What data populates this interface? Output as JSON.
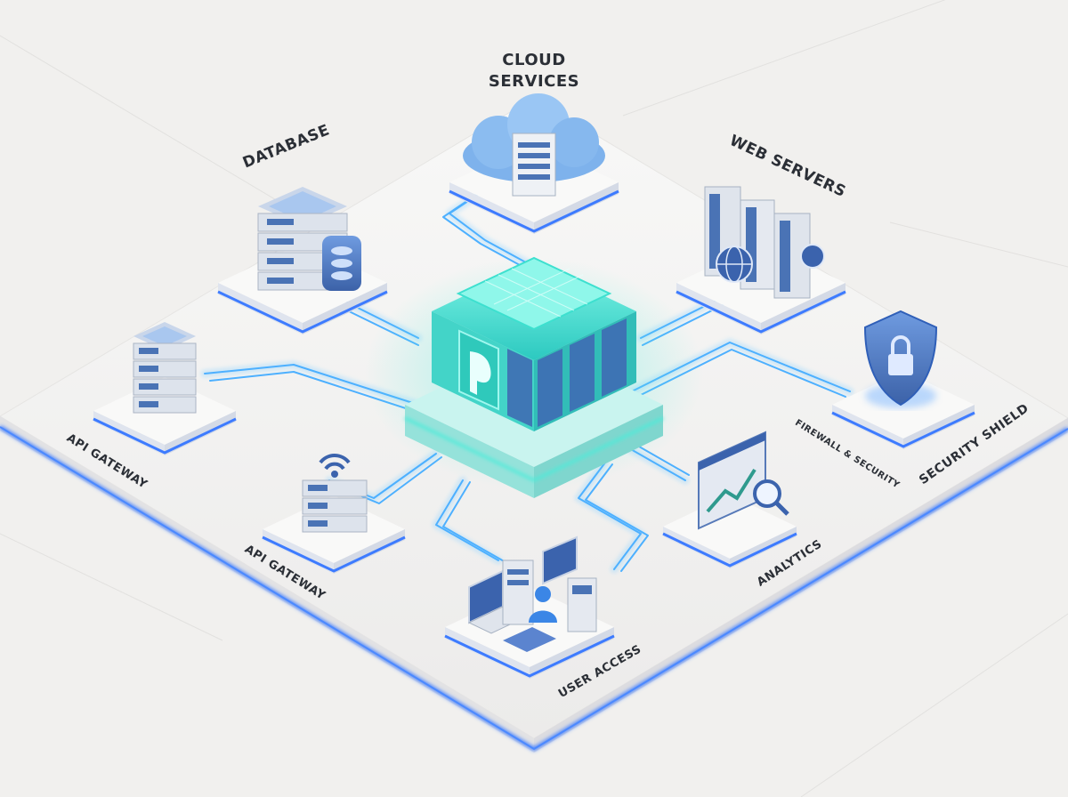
{
  "colors": {
    "background": "#f1f0ee",
    "platform": "#f7f7f6",
    "edge_glow": "#3d7bff",
    "connector": "#55b8ff",
    "core_teal": "#3ce6d2",
    "server_blue": "#4a73b5",
    "label_text": "#2b2f36"
  },
  "nodes": {
    "cloud": {
      "line1": "Cloud",
      "line2": "Services",
      "icon": "cloud-server-icon"
    },
    "database": {
      "label": "Database",
      "icon": "database-icon"
    },
    "web_servers": {
      "label": "Web Servers",
      "icon": "www-globe-icon"
    },
    "security": {
      "label": "Security Shield",
      "sublabel": "Firewall & Security",
      "icon": "shield-lock-icon"
    },
    "analytics": {
      "label": "Analytics",
      "icon": "chart-magnifier-icon"
    },
    "user_access": {
      "label": "User Access",
      "icon": "user-laptop-icon"
    },
    "api_gateway_1": {
      "label": "API Gateway",
      "icon": "server-stack-icon"
    },
    "api_gateway_2": {
      "label": "API Gateway",
      "icon": "wifi-router-icon"
    },
    "core": {
      "icon": "p-logo-icon"
    }
  }
}
